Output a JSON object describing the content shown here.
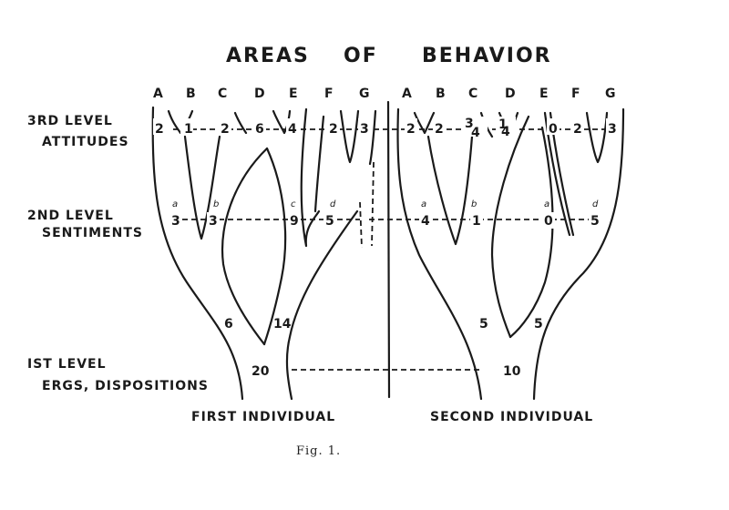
{
  "title": "AREAS OF BEHAVIOR",
  "title_words": [
    "AREAS",
    "OF",
    "BEHAVIOR"
  ],
  "columns_first": [
    "A",
    "B",
    "C",
    "D",
    "E",
    "F",
    "G"
  ],
  "columns_second": [
    "A",
    "B",
    "C",
    "D",
    "E",
    "F",
    "G"
  ],
  "levels": {
    "third": [
      "3RD LEVEL",
      "ATTITUDES"
    ],
    "second": [
      "2ND LEVEL",
      "SENTIMENTS"
    ],
    "first": [
      "IST LEVEL",
      "ERGS, DISPOSITIONS"
    ]
  },
  "first_individual": {
    "attitudes": [
      "2",
      "1",
      "2",
      "6",
      "4",
      "2",
      "3"
    ],
    "sentiment_letters": [
      "a",
      "b",
      "c",
      "d"
    ],
    "sentiments": [
      "3",
      "3",
      "9",
      "5"
    ],
    "dispositions_mid": [
      "6",
      "14"
    ],
    "disposition_total": "20"
  },
  "second_individual": {
    "attitudes": [
      "2",
      "2",
      "3",
      "4",
      "1",
      "4",
      "0",
      "2",
      "3"
    ],
    "sentiment_letters": [
      "a",
      "b",
      "a",
      "d"
    ],
    "sentiments": [
      "4",
      "1",
      "0",
      "5"
    ],
    "dispositions_mid": [
      "5",
      "5"
    ],
    "disposition_total": "10"
  },
  "footers": [
    "FIRST INDIVIDUAL",
    "SECOND INDIVIDUAL"
  ],
  "caption": "Fig. 1."
}
